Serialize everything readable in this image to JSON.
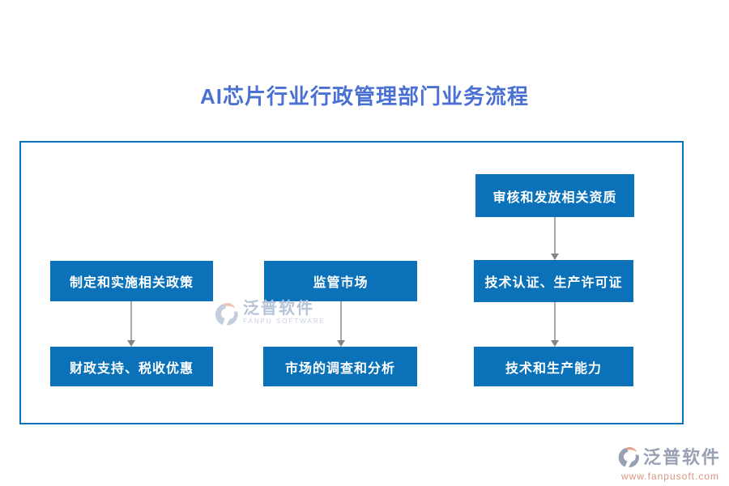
{
  "title": {
    "text": "AI芯片行业行政管理部门业务流程",
    "color": "#4a70d4"
  },
  "diagram": {
    "frame_border_color": "#0b72ba",
    "node_fill_color": "#0b72ba",
    "node_text_color": "#ffffff",
    "arrow_color": "#a8a8a8",
    "nodes": [
      {
        "id": "n1",
        "label": "审核和发放相关资质",
        "column": 3,
        "row": 1
      },
      {
        "id": "n2",
        "label": "制定和实施相关政策",
        "column": 1,
        "row": 2
      },
      {
        "id": "n3",
        "label": "监管市场",
        "column": 2,
        "row": 2
      },
      {
        "id": "n4",
        "label": "技术认证、生产许可证",
        "column": 3,
        "row": 2
      },
      {
        "id": "n5",
        "label": "财政支持、税收优惠",
        "column": 1,
        "row": 3
      },
      {
        "id": "n6",
        "label": "市场的调查和分析",
        "column": 2,
        "row": 3
      },
      {
        "id": "n7",
        "label": "技术和生产能力",
        "column": 3,
        "row": 3
      }
    ],
    "edges": [
      {
        "from": "审核和发放相关资质",
        "to": "技术认证、生产许可证"
      },
      {
        "from": "制定和实施相关政策",
        "to": "财政支持、税收优惠"
      },
      {
        "from": "监管市场",
        "to": "市场的调查和分析"
      },
      {
        "from": "技术认证、生产许可证",
        "to": "技术和生产能力"
      }
    ]
  },
  "watermark": {
    "name": "泛普软件",
    "subtitle": "FANPU SOFTWARE"
  },
  "brand": {
    "name": "泛普软件",
    "url": "www.fanpusoft.com"
  }
}
